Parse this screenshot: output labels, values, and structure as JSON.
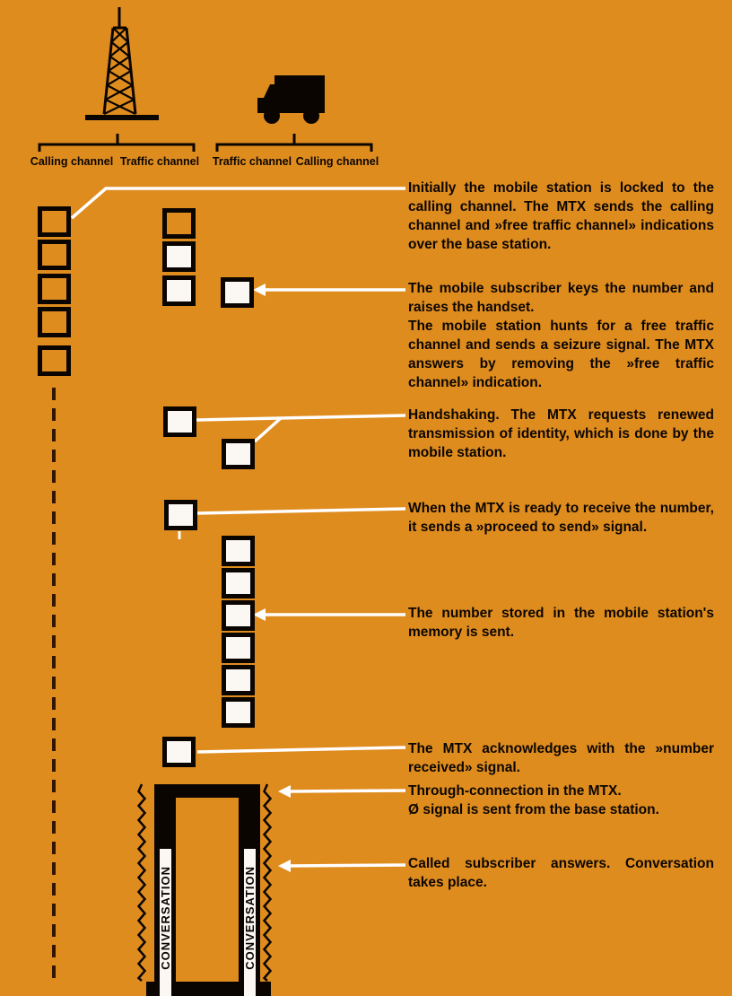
{
  "colors": {
    "background": "#DF8C1F",
    "ink": "#0B0600",
    "signal_white": "#FBF8F3"
  },
  "base_station": {
    "icon": "radio-tower-icon",
    "channel_labels": [
      "Calling channel",
      "Traffic channel"
    ]
  },
  "mobile_station": {
    "icon": "truck-icon",
    "channel_labels": [
      "Traffic channel",
      "Calling channel"
    ]
  },
  "steps": [
    {
      "text": "Initially the mobile station is locked to the calling channel. The MTX sends the calling channel and »free traffic channel» indications over the base station."
    },
    {
      "text": "The mobile subscriber keys the number and raises the handset.\nThe mobile station hunts for a free traffic channel and sends a seizure signal. The MTX answers by removing the »free traffic channel» indication."
    },
    {
      "text": "Handshaking. The MTX requests renewed transmission of identity, which is done by the mobile station."
    },
    {
      "text": "When the MTX is ready to receive the number, it sends a »proceed to send» signal."
    },
    {
      "text": "The number stored in the mobile station's memory is sent."
    },
    {
      "text": "The MTX acknowledges with the »number received» signal."
    },
    {
      "text": "Through-connection in the MTX.\nØ signal is sent from the base station."
    },
    {
      "text": "Called subscriber answers. Conversation takes place."
    }
  ],
  "conversation": {
    "label_left": "CONVERSATION",
    "label_right": "CONVERSATION"
  }
}
